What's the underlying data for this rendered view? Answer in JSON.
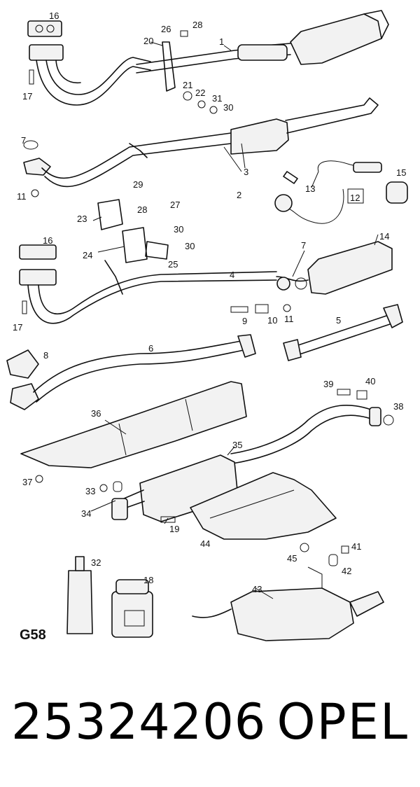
{
  "diagram": {
    "code": "G58",
    "labels": {
      "p1": "1",
      "p2": "2",
      "p3": "3",
      "p4": "4",
      "p5": "5",
      "p6": "6",
      "p7a": "7",
      "p7b": "7",
      "p8": "8",
      "p9": "9",
      "p10": "10",
      "p11a": "11",
      "p11b": "11",
      "p12": "12",
      "p13": "13",
      "p14": "14",
      "p15": "15",
      "p16a": "16",
      "p16b": "16",
      "p17a": "17",
      "p17b": "17",
      "p18": "18",
      "p19": "19",
      "p20": "20",
      "p21": "21",
      "p22": "22",
      "p23": "23",
      "p24": "24",
      "p25": "25",
      "p26": "26",
      "p27": "27",
      "p28a": "28",
      "p28b": "28",
      "p29": "29",
      "p30a": "30",
      "p30b": "30",
      "p30c": "30",
      "p31": "31",
      "p32": "32",
      "p33": "33",
      "p34": "34",
      "p35": "35",
      "p36": "36",
      "p37": "37",
      "p38": "38",
      "p39": "39",
      "p40": "40",
      "p41": "41",
      "p42": "42",
      "p43": "43",
      "p44": "44",
      "p45": "45"
    },
    "highlight_color": "#e2363f"
  },
  "footer": {
    "part_number": "25324206",
    "brand": "OPEL"
  }
}
